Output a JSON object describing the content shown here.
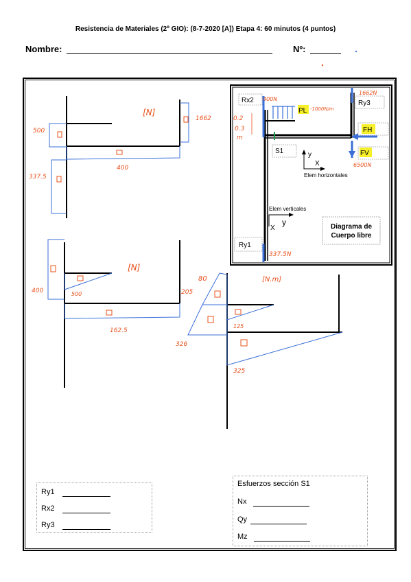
{
  "header": {
    "title": "Resistencia de Materiales (2º GIO): (8-7-2020 [A])    Etapa 4: 60 minutos (4 puntos)",
    "name_label": "Nombre:",
    "number_label": "Nº:"
  },
  "dcl": {
    "rx2": "Rx2",
    "ry3": "Ry3",
    "ry1": "Ry1",
    "s1": "S1",
    "pl": "PL",
    "fh": "FH",
    "fv": "FV",
    "axis_y_top": "y",
    "axis_x_top": "X",
    "elem_horizontales": "Elem horizontales",
    "elem_verticales": "Elem  verticales",
    "axis_x_bottom": "X",
    "axis_y_bottom": "y",
    "diagram_title_line1": "Diagrama de",
    "diagram_title_line2": "Cuerpo libre"
  },
  "handwritten": {
    "f400N_top": "400N",
    "pl_value": "-1000N/m",
    "f1662N": "1662N",
    "f02": "0.2",
    "f03": "0.3",
    "m": "m",
    "f6500N": "6500N",
    "f3375N": "337.5N",
    "d1_N": "[N]",
    "d1_500": "500",
    "d1_1662": "1662",
    "d1_400": "400",
    "d1_3375": "337.5",
    "d2_N": "[N]",
    "d2_400": "400",
    "d2_500": "500",
    "d2_1625": "162.5",
    "d3_Nm": "[N.m]",
    "d3_80": "80",
    "d3_205": "205",
    "d3_125": "125",
    "d3_326": "326",
    "d3_325": "325"
  },
  "reactions": {
    "ry1": "Ry1",
    "rx2": "Rx2",
    "ry3": "Ry3"
  },
  "efforts": {
    "title": "Esfuerzos sección S1",
    "nx": "Nx",
    "qy": "Qy",
    "mz": "Mz"
  }
}
